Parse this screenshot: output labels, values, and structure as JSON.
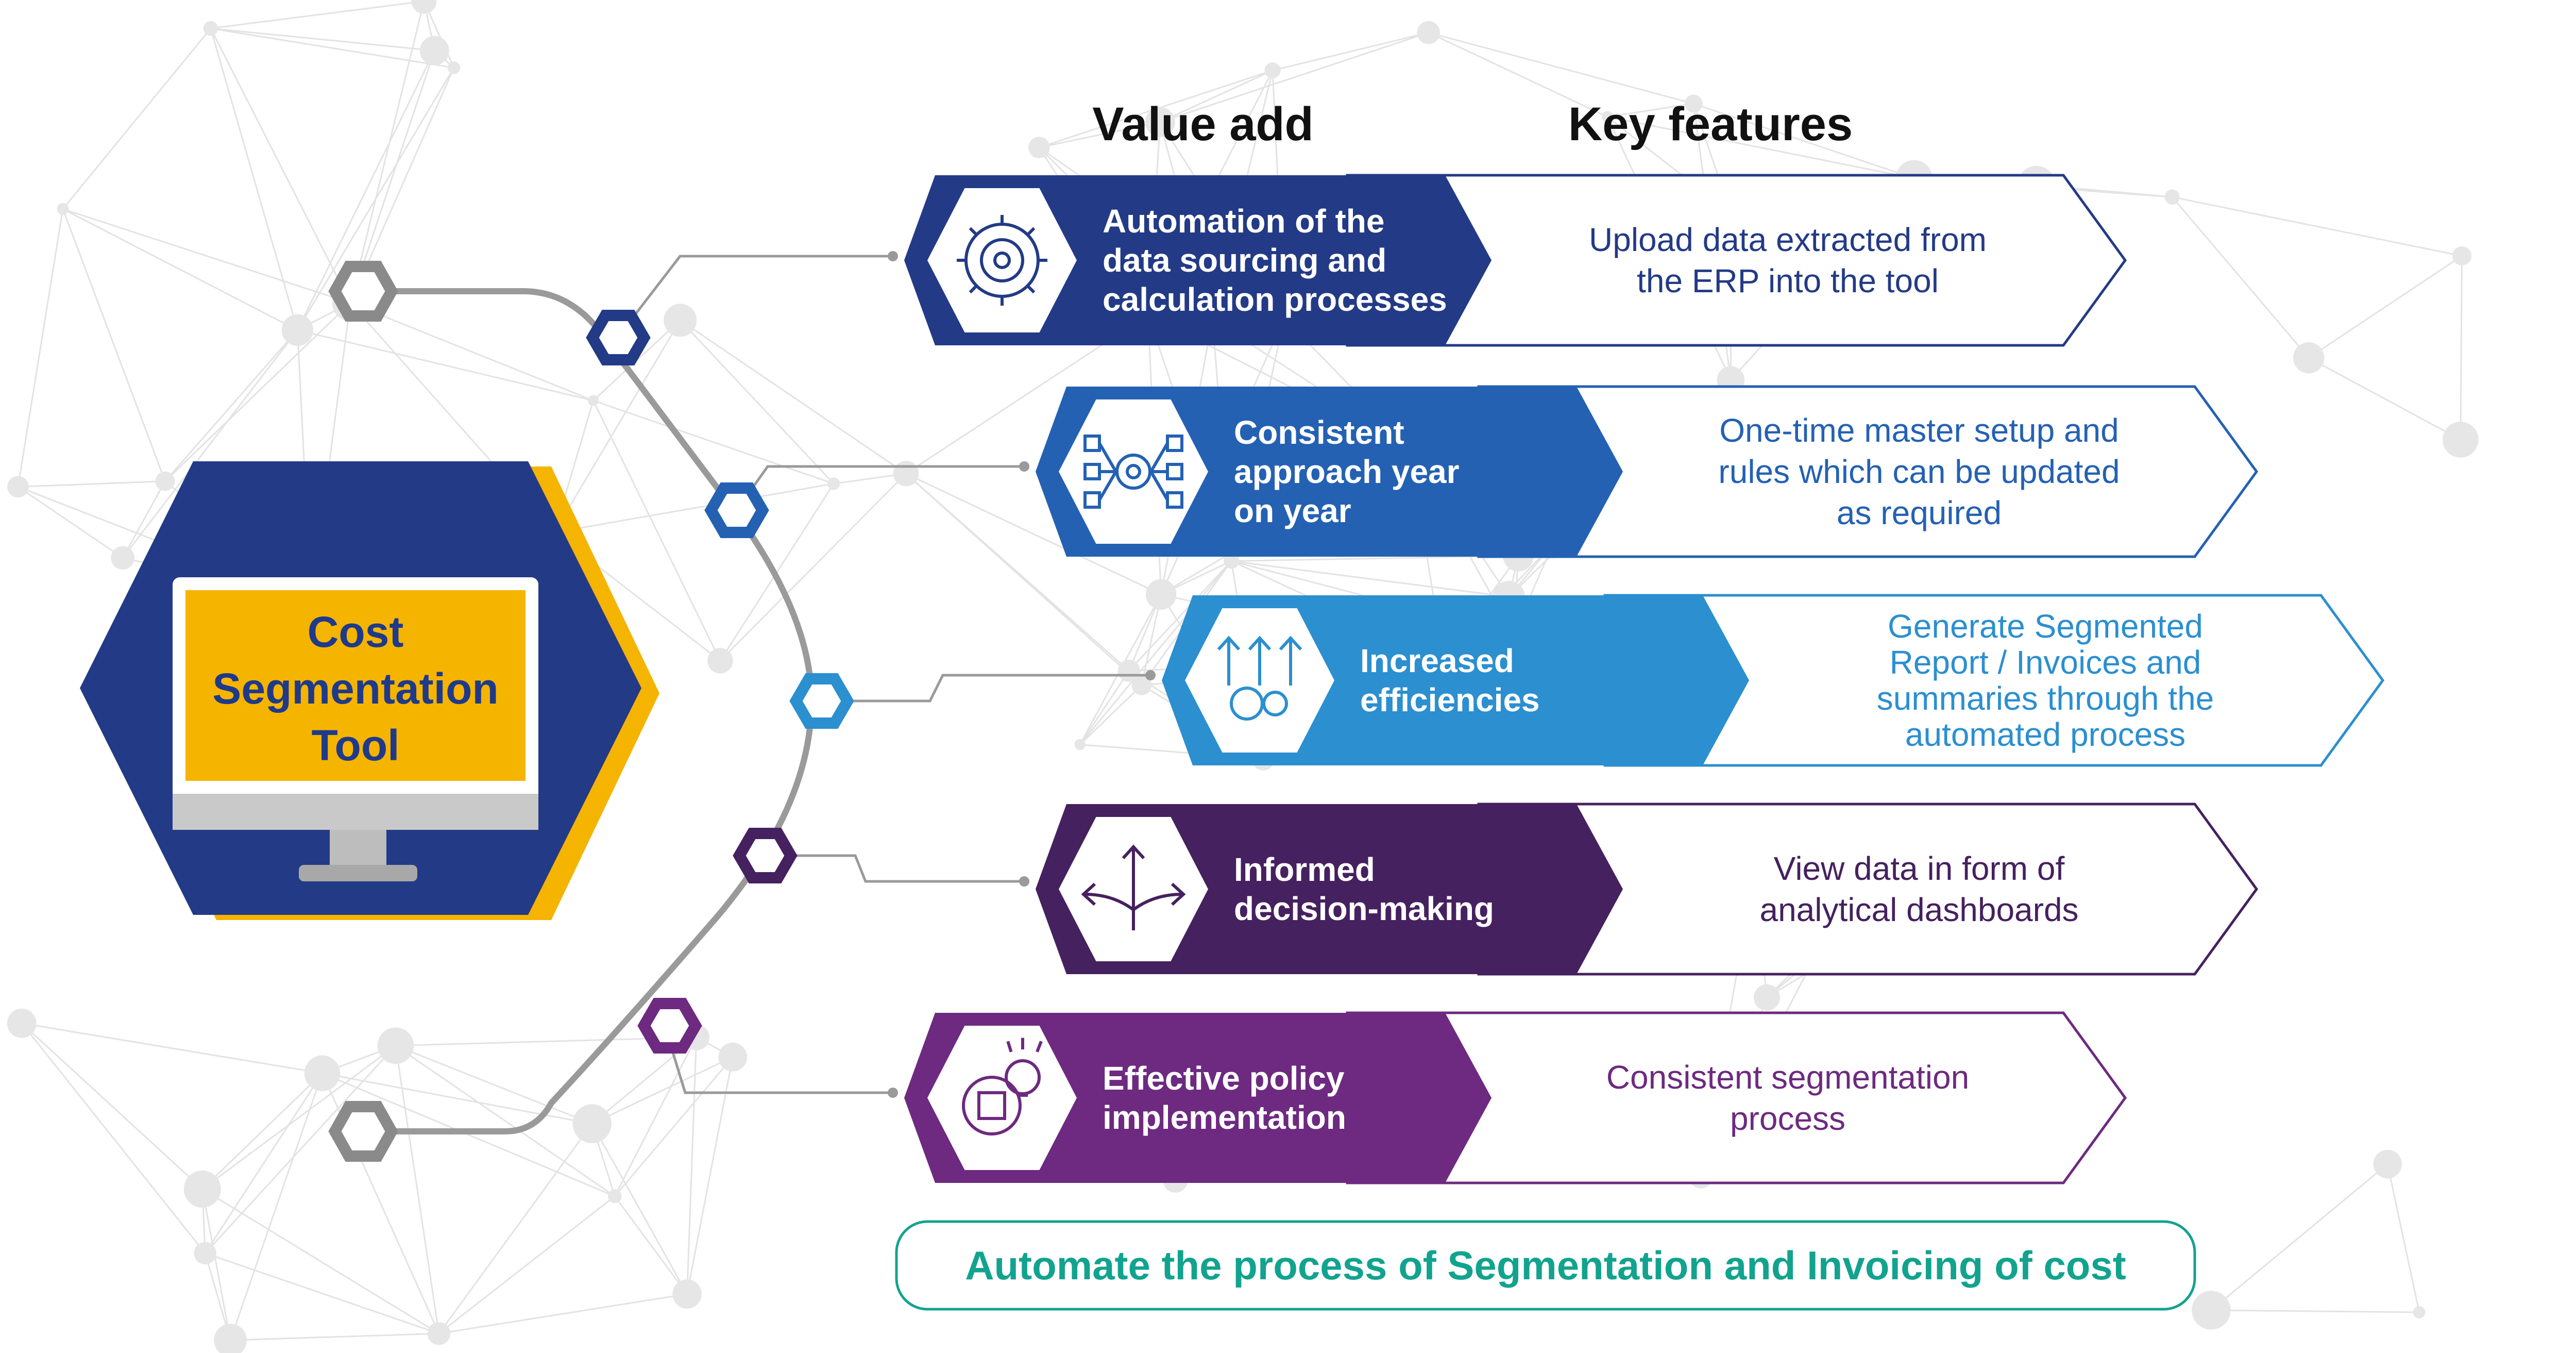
{
  "headers": {
    "value_add": "Value add",
    "key_features": "Key features"
  },
  "tool": {
    "lines": [
      "Cost",
      "Segmentation",
      "Tool"
    ]
  },
  "rows": [
    {
      "value_add": [
        "Automation of the",
        "data sourcing and",
        "calculation processes"
      ],
      "key_feature": [
        "Upload data extracted from",
        "the ERP into the tool"
      ],
      "icon": "gear-cycle-icon",
      "color": "#233a86"
    },
    {
      "value_add": [
        "Consistent",
        "approach year",
        "on year"
      ],
      "key_feature": [
        "One-time master setup and",
        "rules which can be updated",
        "as required"
      ],
      "icon": "process-network-icon",
      "color": "#2461b3"
    },
    {
      "value_add": [
        "Increased",
        "efficiencies"
      ],
      "key_feature": [
        "Generate Segmented",
        "Report / Invoices and",
        "summaries through the",
        "automated process"
      ],
      "icon": "growth-gears-icon",
      "color": "#2b8fd0"
    },
    {
      "value_add": [
        "Informed",
        "decision-making"
      ],
      "key_feature": [
        "View data in form of",
        "analytical dashboards"
      ],
      "icon": "decision-arrows-icon",
      "color": "#45215f"
    },
    {
      "value_add": [
        "Effective policy",
        "implementation"
      ],
      "key_feature": [
        "Consistent segmentation",
        "process"
      ],
      "icon": "policy-idea-icon",
      "color": "#6d2a80"
    }
  ],
  "banner": "Automate the process of Segmentation and Invoicing of cost",
  "colors": {
    "accent": "#f5b400",
    "navy": "#233a86",
    "teal": "#12a38f",
    "grey": "#8a8a8a"
  }
}
